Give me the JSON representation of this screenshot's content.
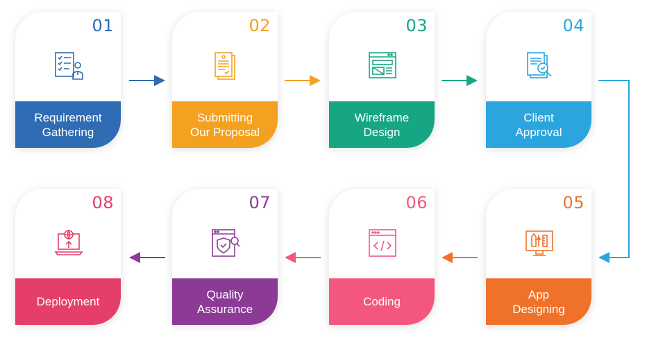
{
  "steps": [
    {
      "number": "01",
      "label": "Requirement\nGathering",
      "color": "#2f6cb3",
      "icon": "requirements-checklist-icon"
    },
    {
      "number": "02",
      "label": "Submitting\nOur Proposal",
      "color": "#f4a020",
      "icon": "proposal-document-icon"
    },
    {
      "number": "03",
      "label": "Wireframe\nDesign",
      "color": "#16a684",
      "icon": "wireframe-layout-icon"
    },
    {
      "number": "04",
      "label": "Client\nApproval",
      "color": "#2aa5de",
      "icon": "approval-document-icon"
    },
    {
      "number": "05",
      "label": "App\nDesigning",
      "color": "#f0722a",
      "icon": "design-tools-monitor-icon"
    },
    {
      "number": "06",
      "label": "Coding",
      "color": "#f4577d",
      "icon": "code-window-icon"
    },
    {
      "number": "07",
      "label": "Quality\nAssurance",
      "color": "#8b3a96",
      "icon": "quality-shield-icon"
    },
    {
      "number": "08",
      "label": "Deployment",
      "color": "#e53e6a",
      "icon": "deployment-laptop-icon"
    }
  ]
}
